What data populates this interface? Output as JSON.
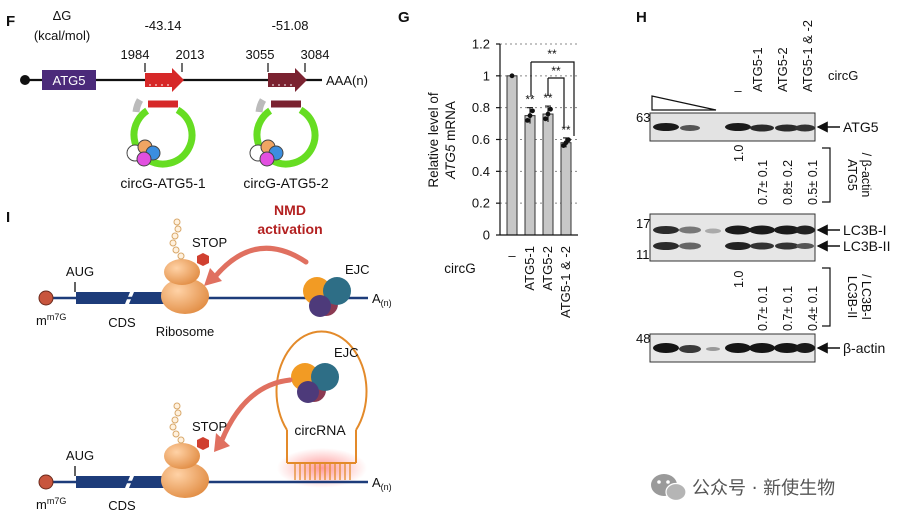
{
  "panels": {
    "F": "F",
    "G": "G",
    "H": "H",
    "I": "I"
  },
  "panel_f": {
    "dg_label": "ΔG",
    "dg_unit": "(kcal/mol)",
    "dg_site1": "-43.14",
    "dg_site2": "-51.08",
    "pos_1984": "1984",
    "pos_2013": "2013",
    "pos_3055": "3055",
    "pos_3084": "3084",
    "gene_box": "ATG5",
    "polyA": "AAA(n)",
    "circ1_label": "circG-ATG5-1",
    "circ2_label": "circG-ATG5-2"
  },
  "panel_g": {
    "ylabel_line1": "Relative level of",
    "ylabel_gene": "ATG5",
    "ylabel_suffix": " mRNA",
    "circ_row_label": "circG",
    "sig_marks": [
      "**",
      "**",
      "**"
    ],
    "bracket_marks": [
      "**",
      "**"
    ]
  },
  "chart_data": {
    "type": "bar",
    "categories": [
      "–",
      "ATG5-1",
      "ATG5-2",
      "ATG5-1 & -2"
    ],
    "values": [
      1.0,
      0.75,
      0.76,
      0.58
    ],
    "errors": [
      0.0,
      0.05,
      0.05,
      0.03
    ],
    "ylim": [
      0,
      1.2
    ],
    "yticks": [
      "0",
      "0.2",
      "0.4",
      "0.6",
      "0.8",
      "1",
      "1.2"
    ],
    "ylabel": "Relative level of ATG5 mRNA",
    "xlabel": "circG"
  },
  "panel_h": {
    "lanes": [
      "–",
      "ATG5-1",
      "ATG5-2",
      "ATG5-1 & -2"
    ],
    "circ_label": "circG",
    "mw_63": "63",
    "mw_17": "17",
    "mw_11": "11",
    "mw_48": "48",
    "band_atg5": "ATG5",
    "band_lc3b1": "LC3B-I",
    "band_lc3b2": "LC3B-II",
    "band_actin": "β-actin",
    "atg5_quant": [
      "1.0",
      "0.7± 0.1",
      "0.8± 0.2",
      "0.5± 0.1"
    ],
    "atg5_ratio_line1": "ATG5",
    "atg5_ratio_line2": "/ β-actin",
    "lc3_quant": [
      "1.0",
      "0.7± 0.1",
      "0.7± 0.1",
      "0.4± 0.1"
    ],
    "lc3_ratio_line1": "LC3B-II",
    "lc3_ratio_line2": "/ LC3B-I"
  },
  "panel_i": {
    "nmd_line1": "NMD",
    "nmd_line2": "activation",
    "stop_top": "STOP",
    "aug_top": "AUG",
    "cds_top": "CDS",
    "ribosome": "Ribosome",
    "ejc_top": "EJC",
    "cap_top": "m7G",
    "polyA_top": "A",
    "polyA_sub": "(n)",
    "ejc_bottom": "EJC",
    "circrna": "circRNA",
    "stop_bottom": "STOP",
    "aug_bottom": "AUG",
    "cds_bottom": "CDS",
    "cap_bottom": "m7G",
    "polyA_bottom": "A",
    "polyA_sub_bottom": "(n)"
  },
  "watermark": {
    "text": "公众号 · 新使生物"
  },
  "colors": {
    "gene_box": "#4b2a7a",
    "arrow1": "#d62828",
    "arrow2": "#7a2230",
    "circ_green": "#66dd22",
    "cds_blue": "#1d3c7a",
    "ribosome": "#f0a563",
    "nmd_red": "#b32020"
  }
}
